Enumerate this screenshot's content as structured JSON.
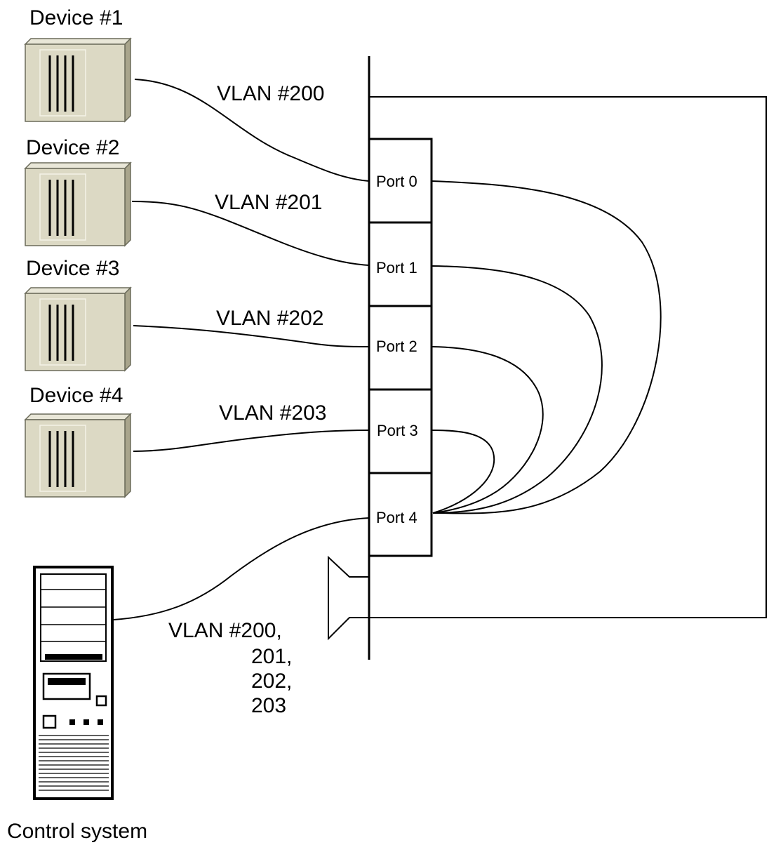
{
  "devices": [
    {
      "label": "Device #1",
      "vlan": "VLAN #200"
    },
    {
      "label": "Device #2",
      "vlan": "VLAN #201"
    },
    {
      "label": "Device #3",
      "vlan": "VLAN #202"
    },
    {
      "label": "Device #4",
      "vlan": "VLAN #203"
    }
  ],
  "ports": [
    "Port 0",
    "Port 1",
    "Port 2",
    "Port 3",
    "Port 4"
  ],
  "control": {
    "label": "Control system",
    "vlan_lines": [
      "VLAN #200,",
      "201,",
      "202,",
      "203"
    ]
  },
  "colors": {
    "device_body": "#dcd9c4",
    "device_side": "#a9a58c",
    "device_line": "#6b6b5a",
    "line": "#000000"
  }
}
